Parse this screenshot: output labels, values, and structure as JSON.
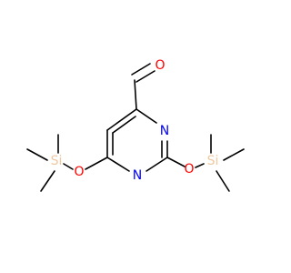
{
  "molecule": {
    "atoms": {
      "aldehyde_o": {
        "label": "O",
        "color": "#ff0000"
      },
      "ring_n1": {
        "label": "N",
        "color": "#0000ff"
      },
      "ring_n3": {
        "label": "N",
        "color": "#0000ff"
      },
      "ether_o_left": {
        "label": "O",
        "color": "#ff0000"
      },
      "ether_o_right": {
        "label": "O",
        "color": "#ff0000"
      },
      "si_left": {
        "label": "Si",
        "color": "#f0c8a0"
      },
      "si_right": {
        "label": "Si",
        "color": "#f0c8a0"
      }
    },
    "bond_color": "#000000",
    "background": "#ffffff"
  }
}
